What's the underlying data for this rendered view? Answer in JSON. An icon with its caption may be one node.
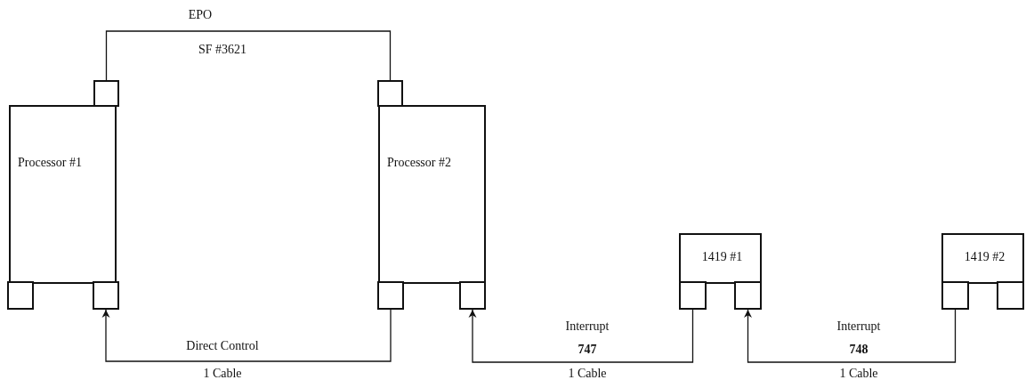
{
  "diagram": {
    "nodes": [
      {
        "text": [
          "Processor #1"
        ]
      },
      {
        "text": [
          "Processor #2"
        ]
      },
      {
        "text": [
          "1419 #1"
        ]
      },
      {
        "text": [
          "1419 #2"
        ]
      },
      {
        "text": [],
        "shape": "box"
      },
      {
        "text": [],
        "shape": "box"
      },
      {
        "text": [],
        "shape": "box"
      },
      {
        "text": [],
        "shape": "box"
      },
      {
        "text": [],
        "shape": "box"
      },
      {
        "text": [],
        "shape": "box"
      },
      {
        "text": [],
        "shape": "box"
      },
      {
        "text": [],
        "shape": "box"
      },
      {
        "text": [],
        "shape": "box"
      },
      {
        "text": [],
        "shape": "box"
      }
    ],
    "edges": [
      {
        "from": 4,
        "to": 7,
        "arrow": "none",
        "label": "EPO"
      },
      {
        "from": 8,
        "to": 6,
        "arrow": "to",
        "label": "Direct Control"
      },
      {
        "from": 10,
        "to": 9,
        "arrow": "to",
        "label": "Interrupt **747**"
      },
      {
        "from": 12,
        "to": 11,
        "arrow": "to",
        "label": "Interrupt **748**"
      }
    ],
    "labels": [
      "SF #3621",
      "1 Cable",
      "1 Cable",
      "1 Cable"
    ]
  }
}
